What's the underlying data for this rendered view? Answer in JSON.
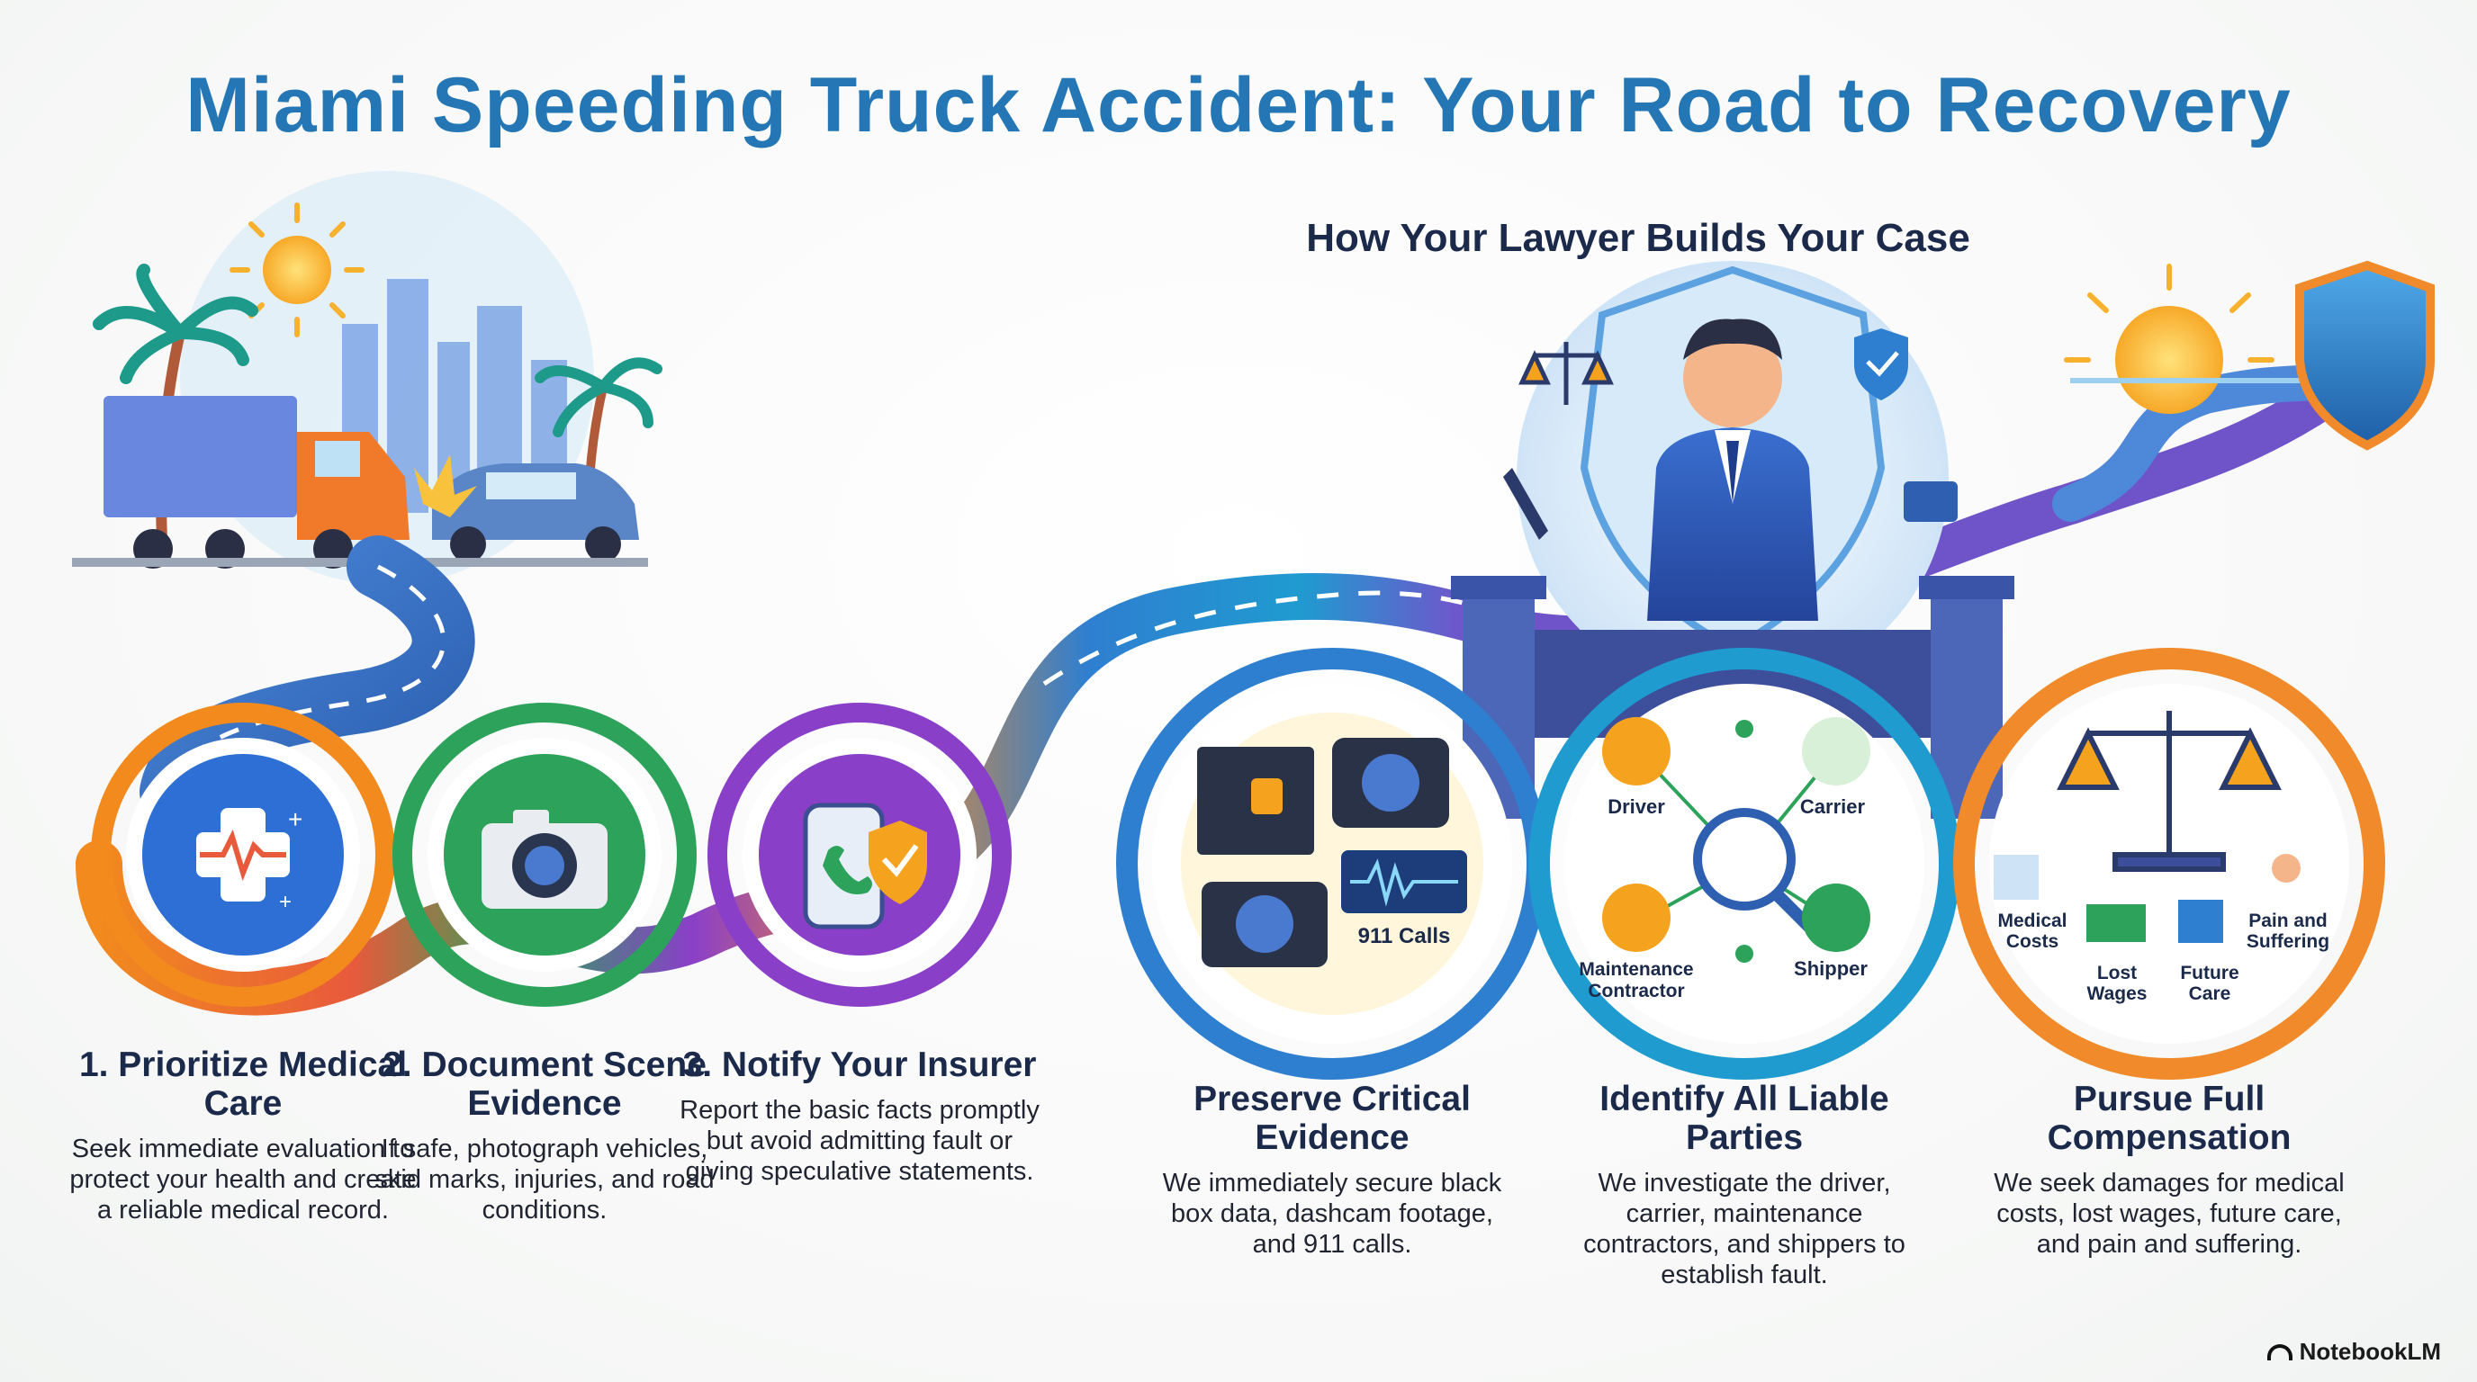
{
  "title": "Miami Speeding Truck Accident: Your Road to Recovery",
  "subtitle": "How Your Lawyer Builds Your Case",
  "steps": [
    {
      "heading": "1. Prioritize Medical Care",
      "desc": "Seek immediate evaluation to protect your health and create a reliable medical record.",
      "icon": "medical-cross-icon",
      "color": "#2e6fd6"
    },
    {
      "heading": "2. Document Scene Evidence",
      "desc": "If safe, photograph vehicles, skid marks, injuries, and road conditions.",
      "icon": "camera-icon",
      "color": "#2da25a"
    },
    {
      "heading": "3. Notify Your Insurer",
      "desc": "Report the basic facts promptly but avoid admitting fault or giving speculative statements.",
      "icon": "phone-shield-icon",
      "color": "#8a3fc9"
    }
  ],
  "lawyer_steps": [
    {
      "heading": "Preserve Critical Evidence",
      "desc": "We immediately secure black box data, dashcam footage, and 911 calls.",
      "labels": [
        "911 Calls"
      ]
    },
    {
      "heading": "Identify All Liable Parties",
      "desc": "We investigate the driver, carrier, maintenance contractors, and shippers to establish fault.",
      "labels": [
        "Driver",
        "Carrier",
        "Maintenance Contractor",
        "Shipper"
      ]
    },
    {
      "heading": "Pursue Full Compensation",
      "desc": "We seek damages for medical costs, lost wages, future care, and pain and suffering.",
      "labels": [
        "Medical Costs",
        "Lost Wages",
        "Future Care",
        "Pain and Suffering"
      ]
    }
  ],
  "brand": "NotebookLM"
}
